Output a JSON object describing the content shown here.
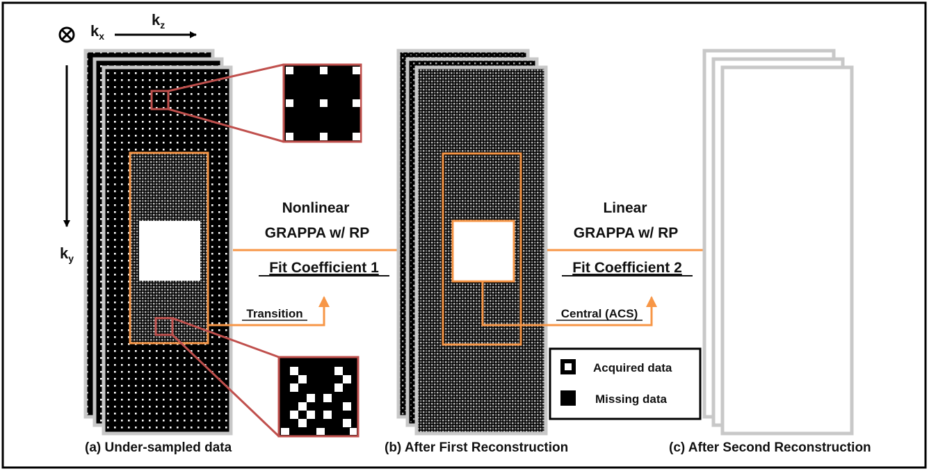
{
  "axes": {
    "kx": "k",
    "kx_sub": "x",
    "kz": "k",
    "kz_sub": "z",
    "ky": "k",
    "ky_sub": "y",
    "into_page_symbol": "⊗"
  },
  "panels": {
    "a_caption": "(a) Under-sampled data",
    "b_caption": "(b) After First Reconstruction",
    "c_caption": "(c) After Second Reconstruction"
  },
  "step1": {
    "line1": "Nonlinear",
    "line2": "GRAPPA w/ RP",
    "fit": "Fit Coefficient 1",
    "source": "Transition"
  },
  "step2": {
    "line1": "Linear",
    "line2": "GRAPPA w/ RP",
    "fit": "Fit Coefficient 2",
    "source": "Central (ACS)"
  },
  "legend": {
    "acquired": "Acquired data",
    "missing": "Missing data"
  },
  "colors": {
    "orange": "#f79646",
    "red": "#c0504d",
    "frame_gray": "#c8c8c8",
    "black": "#000000"
  }
}
